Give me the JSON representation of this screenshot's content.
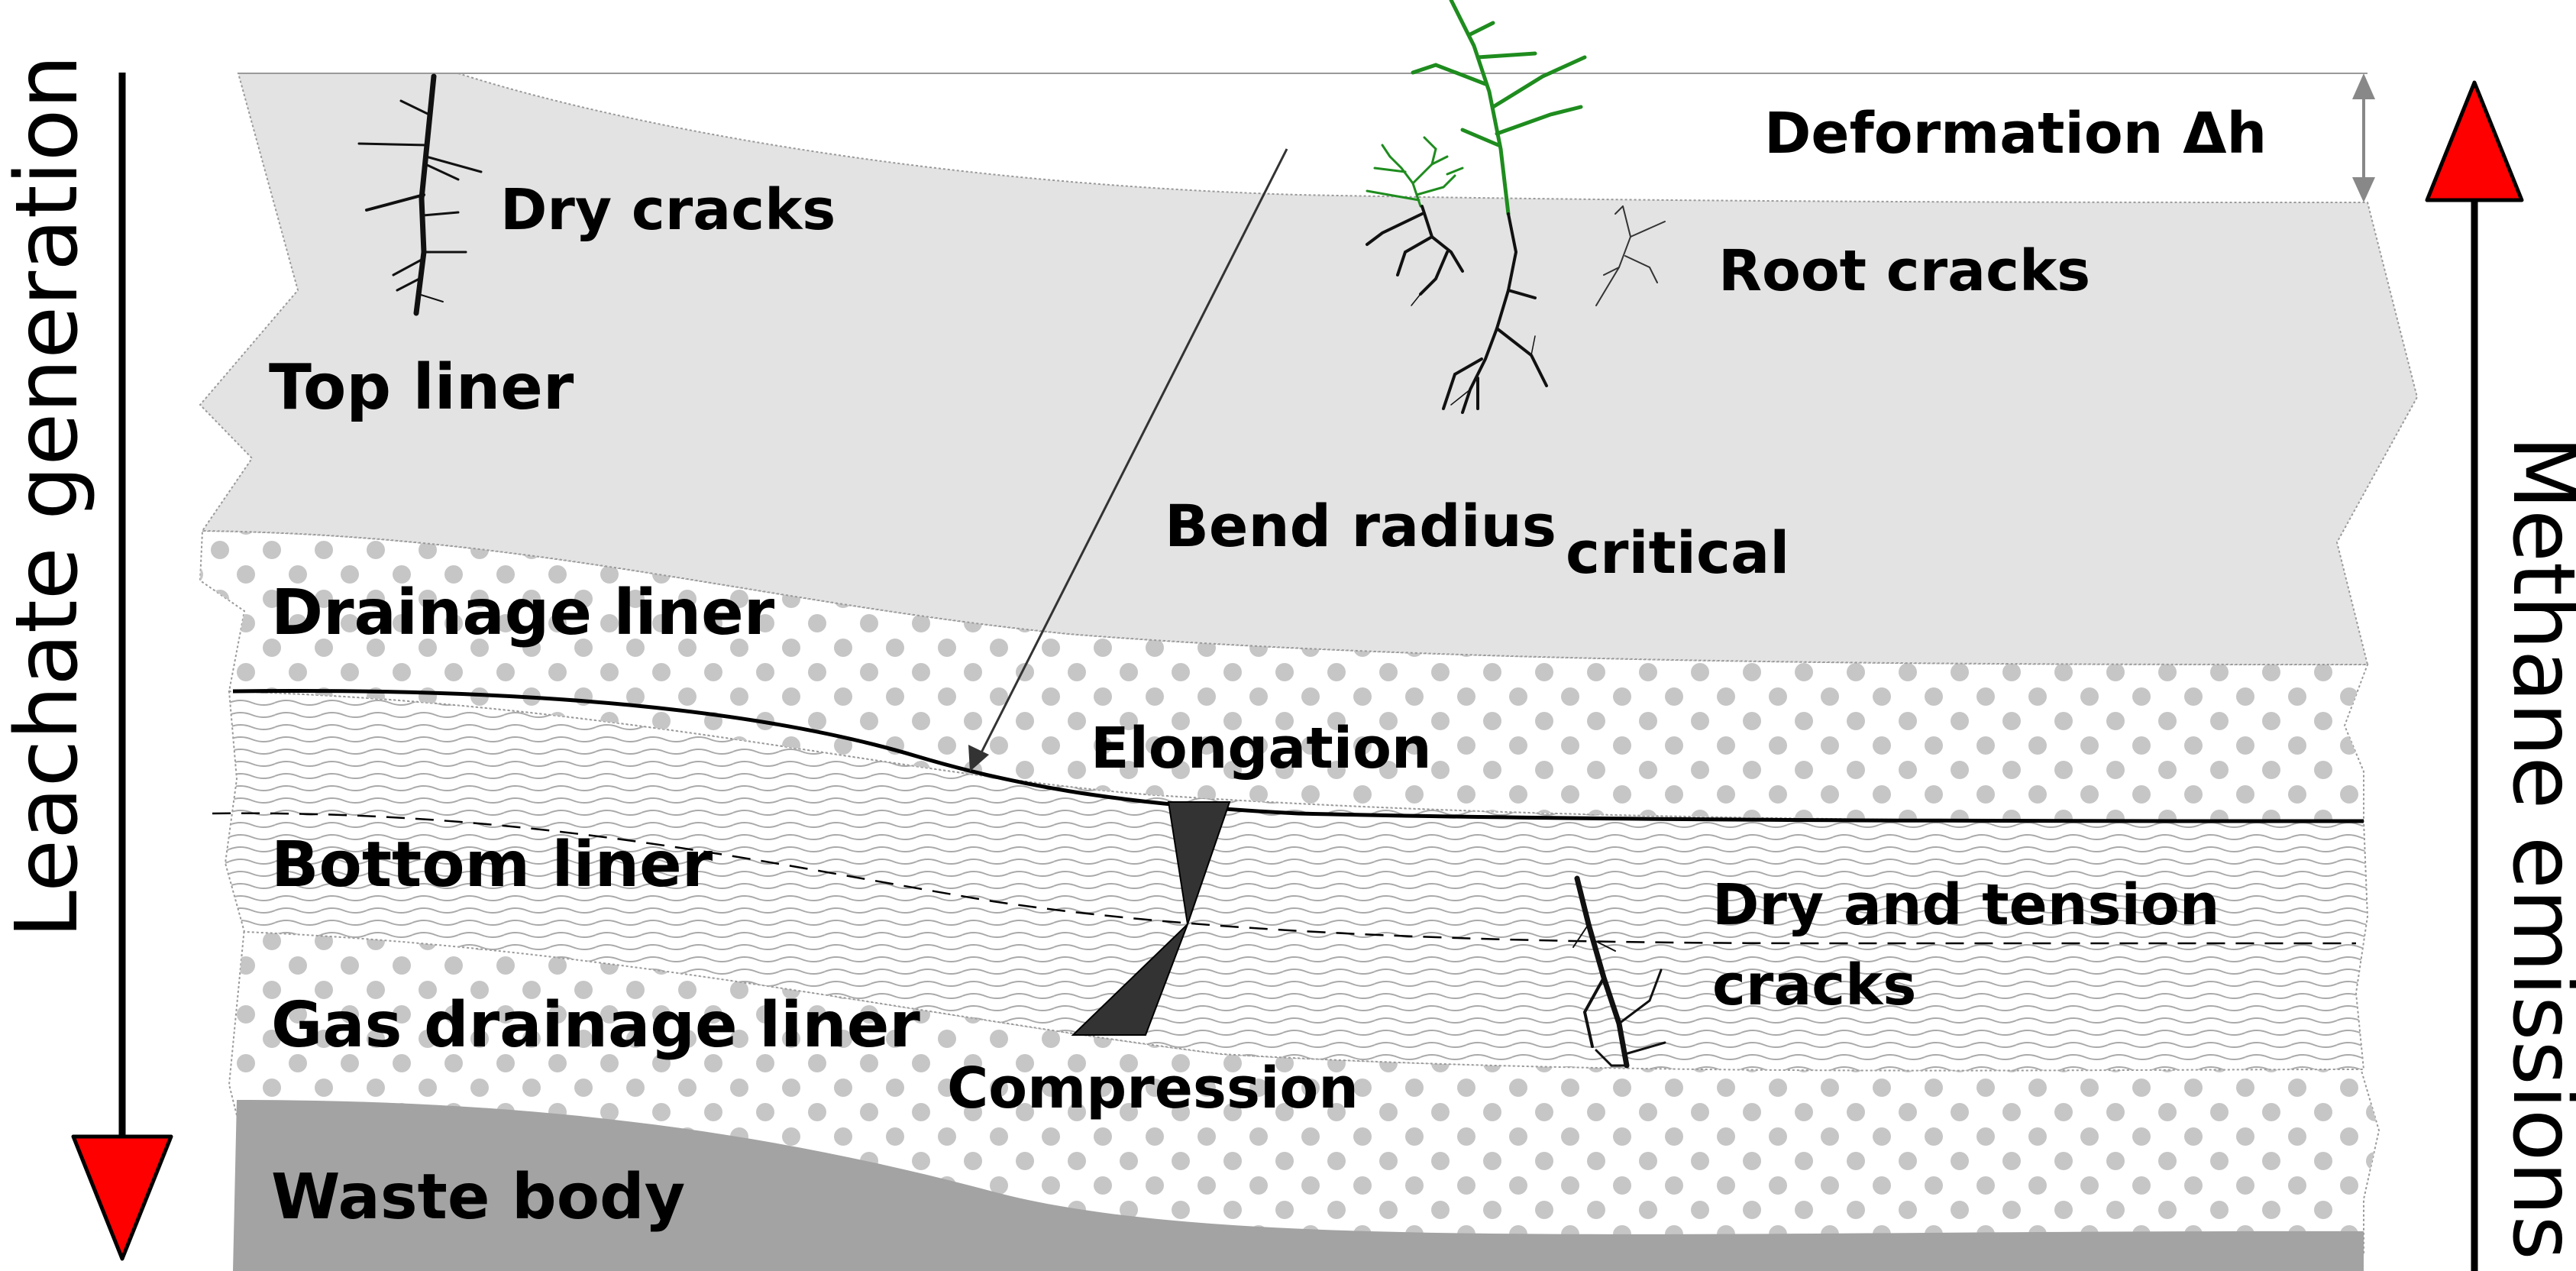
{
  "diagram": {
    "labels": {
      "dry_cracks": "Dry cracks",
      "root_cracks": "Root cracks",
      "deformation": "Deformation Δh",
      "top_liner": "Top liner",
      "bend_radius": "Bend radius",
      "critical": "critical",
      "drainage_liner": "Drainage liner",
      "elongation": "Elongation",
      "bottom_liner": "Bottom liner",
      "dry_tension_1": "Dry and tension",
      "dry_tension_2": "cracks",
      "gas_drainage_liner": "Gas drainage liner",
      "compression": "Compression",
      "waste_body": "Waste body"
    },
    "side_labels": {
      "left": "Leachate generation",
      "right": "Methane emissions"
    },
    "colors": {
      "top_liner_fill": "#e3e3e3",
      "dots": "#c6c6c6",
      "waves": "#a9a9a9",
      "waste_body_fill": "#a3a3a3",
      "arrow_head": "#ff0000",
      "plant": "#1e8c1e",
      "crack": "#111111"
    }
  }
}
